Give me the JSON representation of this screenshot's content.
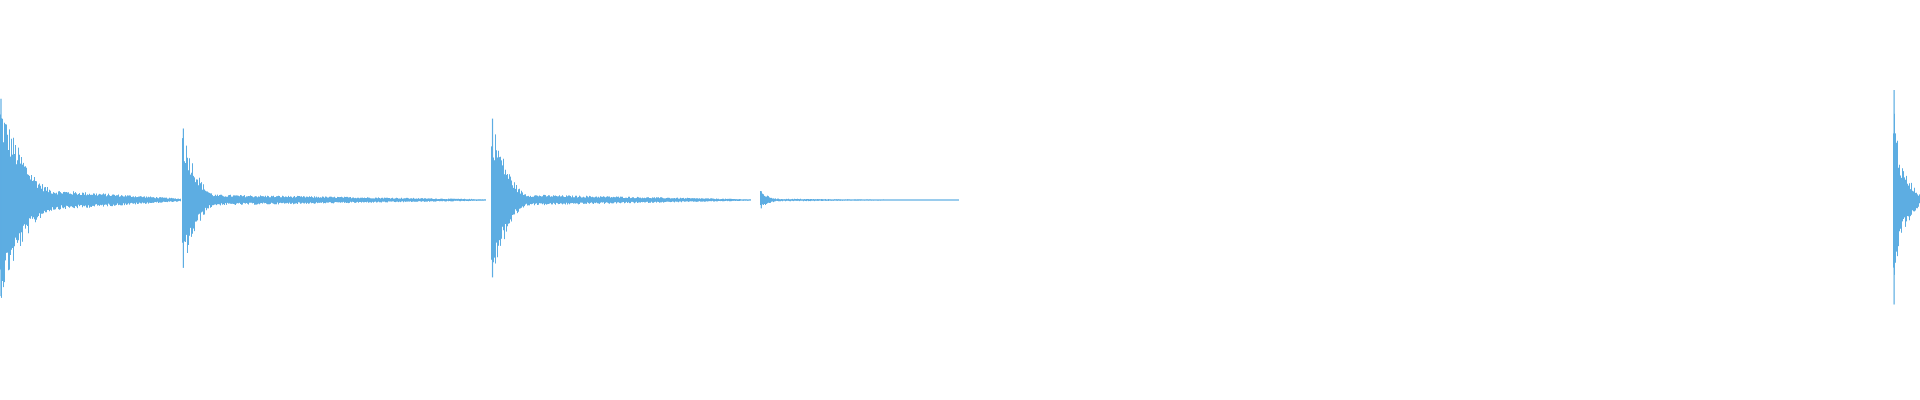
{
  "waveform": {
    "color": "#5dade2",
    "background": "#ffffff",
    "onsets": [
      {
        "time": 0.0,
        "peak": 0.92,
        "tail": 0.09,
        "tail_length": 0.094,
        "decay": 0.03
      },
      {
        "time": 0.095,
        "peak": 0.65,
        "tail": 0.05,
        "tail_length": 0.158,
        "decay": 0.018
      },
      {
        "time": 0.256,
        "peak": 0.74,
        "tail": 0.05,
        "tail_length": 0.135,
        "decay": 0.02
      },
      {
        "time": 0.396,
        "peak": 0.08,
        "tail": 0.012,
        "tail_length": 0.103,
        "decay": 0.01
      },
      {
        "time": 0.986,
        "peak": 1.0,
        "tail": 0.25,
        "tail_length": 0.014,
        "decay": 0.006
      }
    ]
  }
}
